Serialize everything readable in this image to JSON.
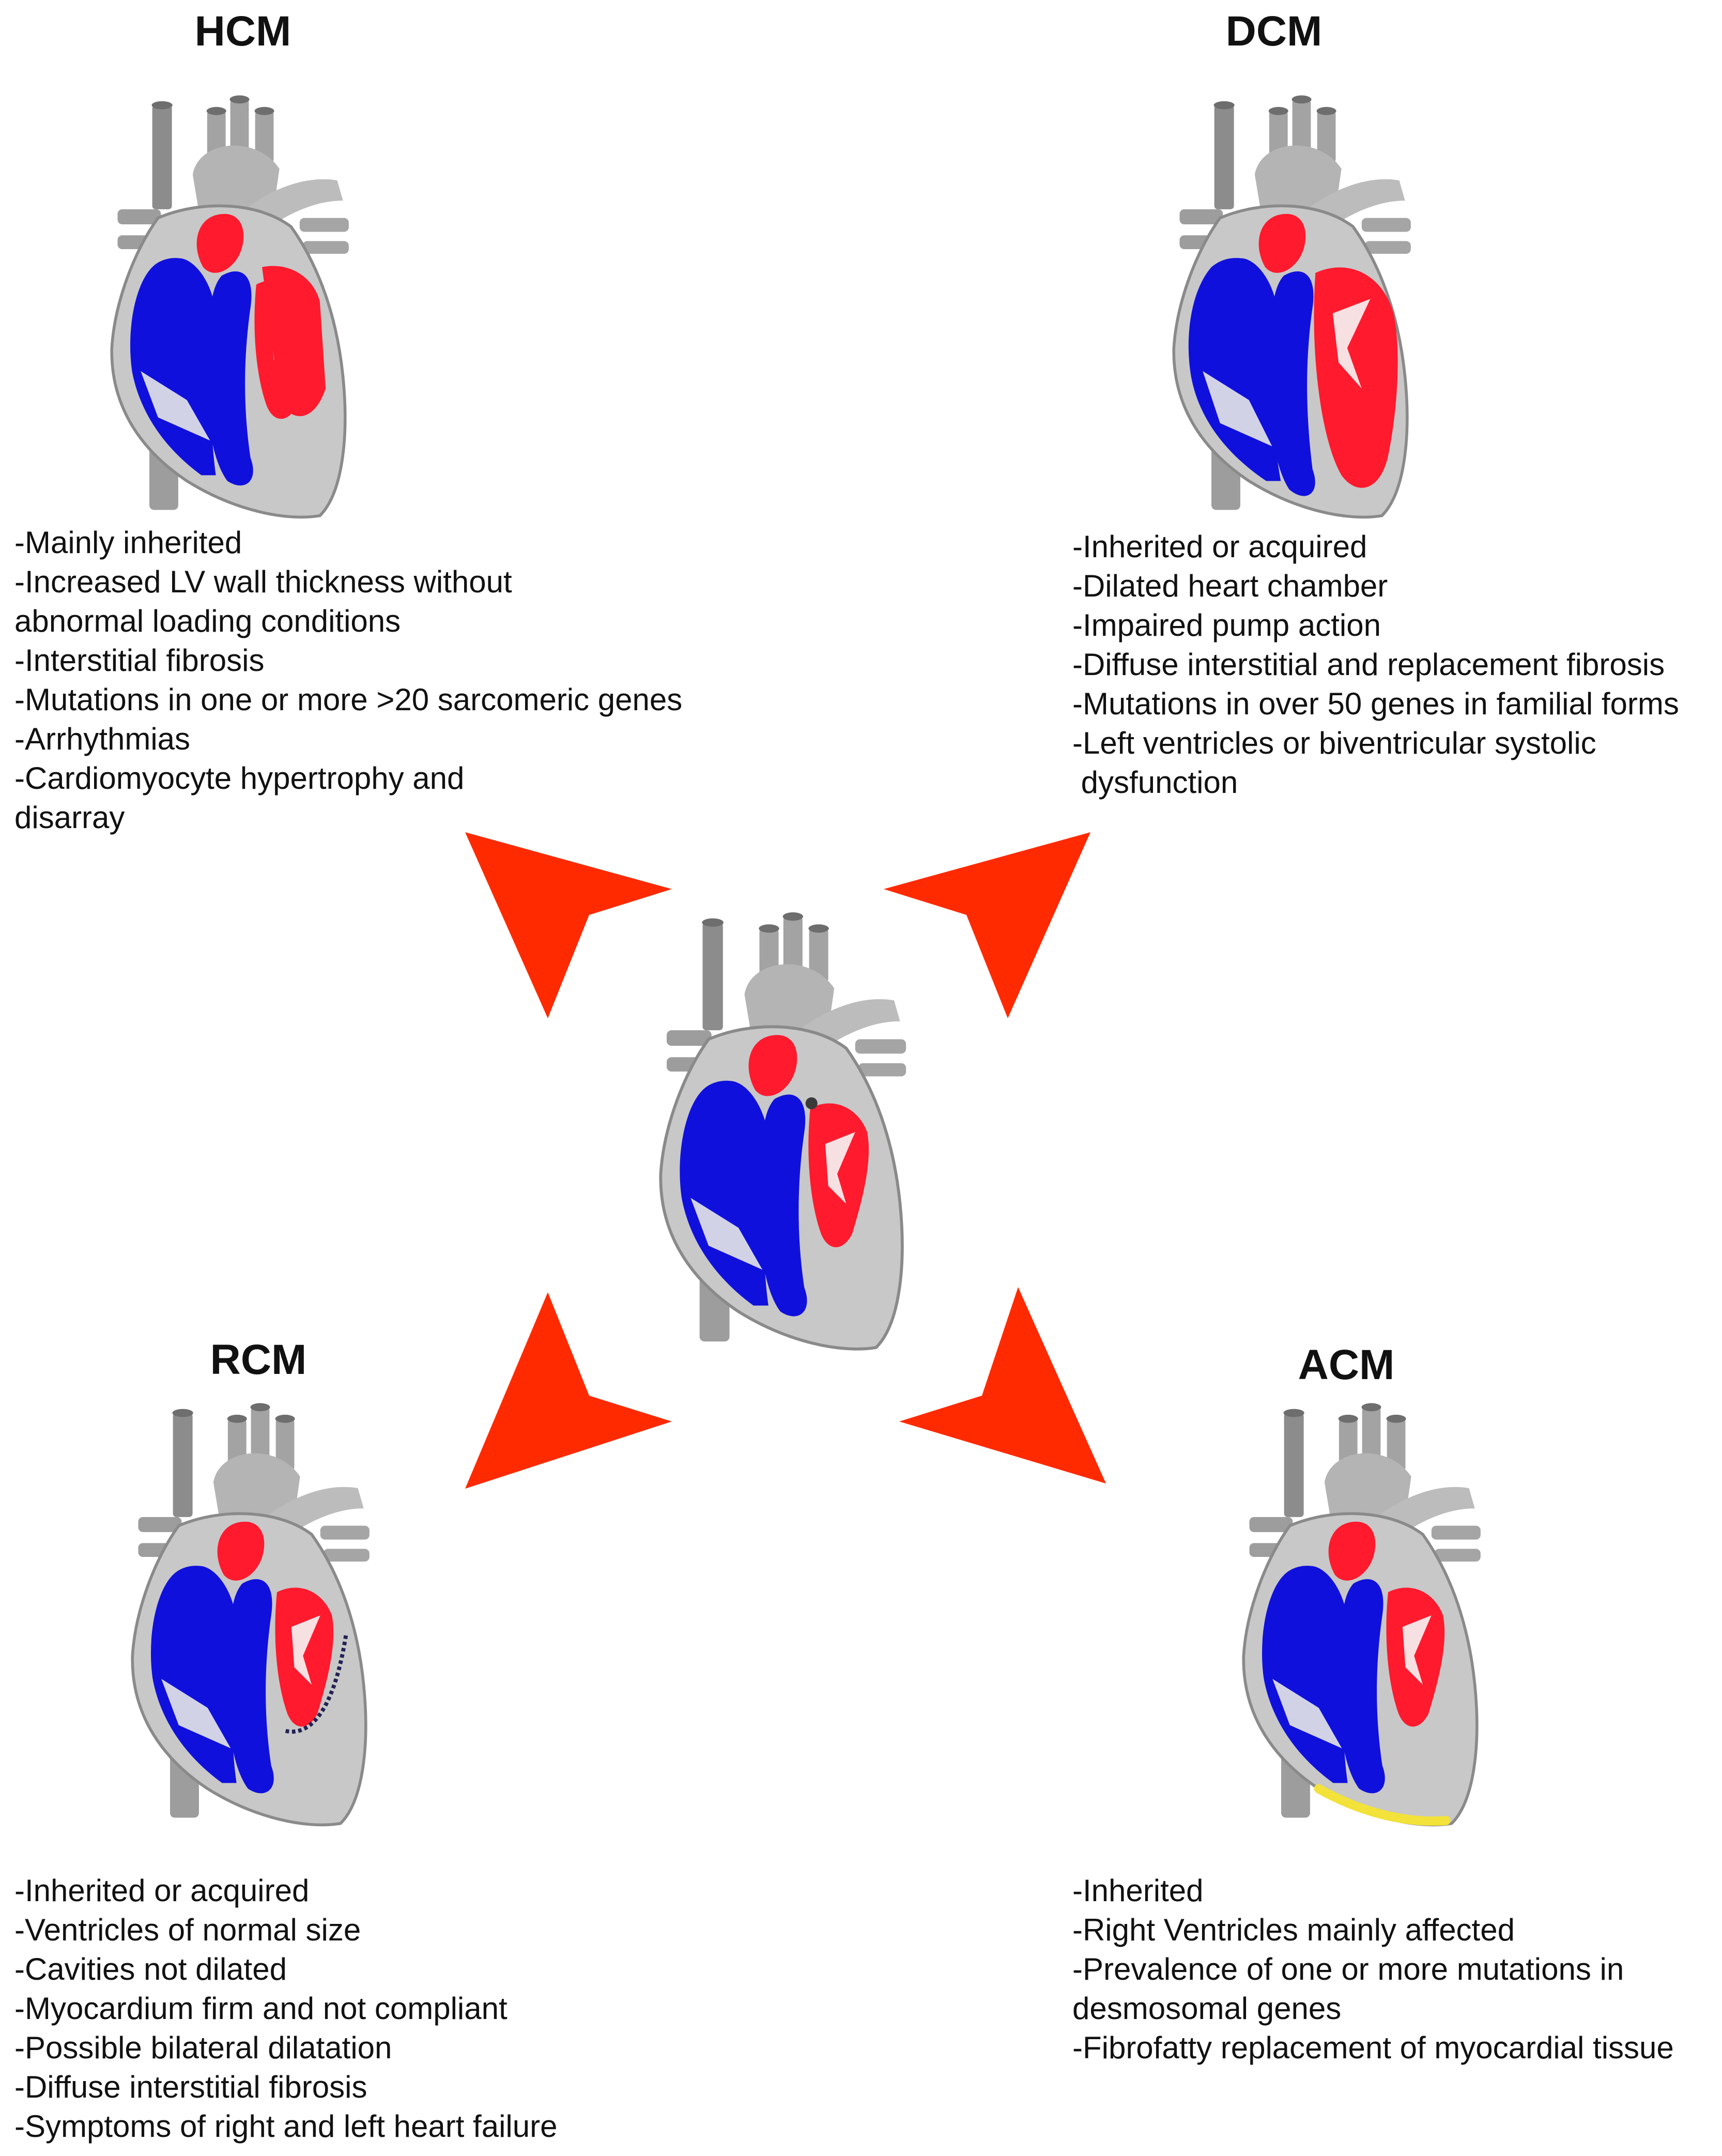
{
  "colors": {
    "arrow": "#ff2a00",
    "oxygenated": "#ff1a2e",
    "deoxygenated": "#1010dd",
    "tissue": "#c8c8c8",
    "fat": "#f2e23a"
  },
  "panels": [
    {
      "id": "hcm",
      "title": "HCM",
      "items": [
        "-Mainly inherited",
        "-Increased LV wall thickness without",
        "abnormal loading conditions",
        "-Interstitial fibrosis",
        "-Mutations in one or more >20 sarcomeric genes",
        "-Arrhythmias",
        "-Cardiomyocyte hypertrophy and",
        "disarray"
      ]
    },
    {
      "id": "dcm",
      "title": "DCM",
      "items": [
        "-Inherited or acquired",
        "-Dilated heart chamber",
        "-Impaired pump action",
        "-Diffuse interstitial and replacement fibrosis",
        "-Mutations in over 50 genes in familial forms",
        "-Left ventricles or biventricular systolic",
        " dysfunction"
      ]
    },
    {
      "id": "rcm",
      "title": "RCM",
      "items": [
        "-Inherited or acquired",
        "-Ventricles of normal size",
        "-Cavities not dilated",
        "-Myocardium firm and not compliant",
        "-Possible bilateral dilatation",
        "-Diffuse interstitial fibrosis",
        "-Symptoms of right and left heart failure"
      ]
    },
    {
      "id": "acm",
      "title": "ACM",
      "items": [
        "-Inherited",
        "-Right Ventricles mainly affected",
        "-Prevalence of one or more mutations in",
        "desmosomal genes",
        "-Fibrofatty replacement of myocardial tissue"
      ]
    }
  ]
}
